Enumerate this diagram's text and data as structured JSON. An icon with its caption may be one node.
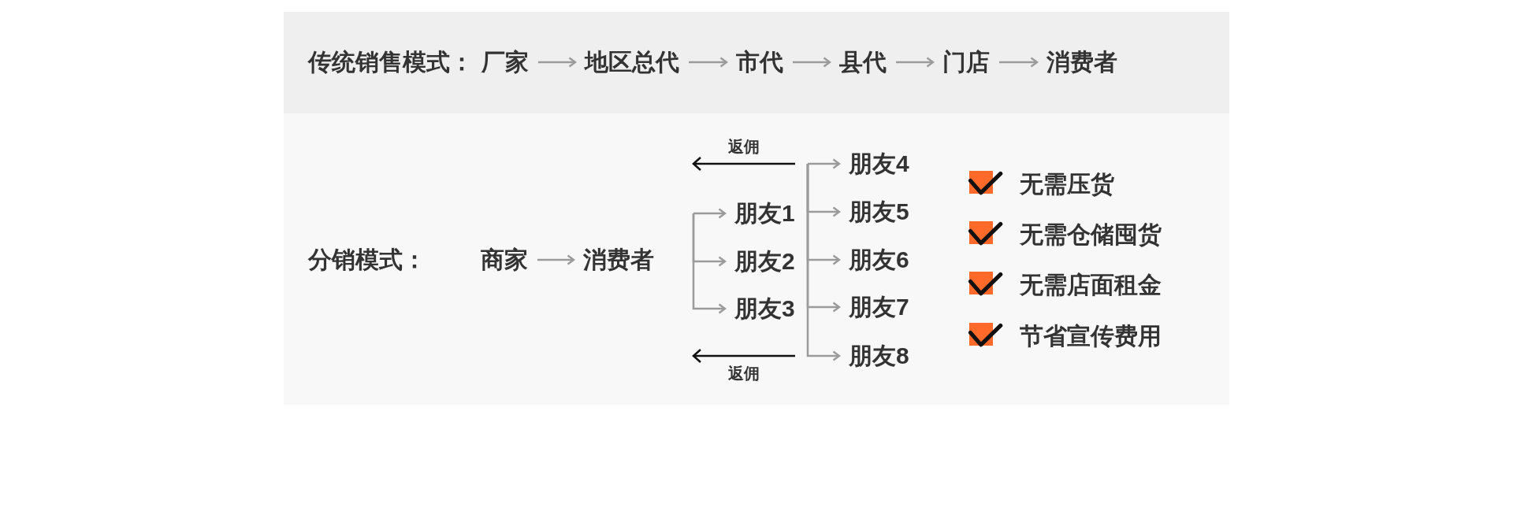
{
  "diagram": {
    "nodes": [
      {
        "text": [
          "传统销售模式："
        ]
      },
      {
        "text": [
          "厂家"
        ],
        "in": 0
      },
      {
        "text": [
          "地区总代"
        ],
        "in": 0
      },
      {
        "text": [
          "市代"
        ],
        "in": 0
      },
      {
        "text": [
          "县代"
        ],
        "in": 0
      },
      {
        "text": [
          "门店"
        ],
        "in": 0
      },
      {
        "text": [
          "消费者"
        ],
        "in": 0
      },
      {
        "text": [
          "分销模式："
        ]
      },
      {
        "text": [
          "商家"
        ],
        "in": 7
      },
      {
        "text": [
          "消费者"
        ],
        "in": 7
      },
      {
        "text": [
          "朋友1"
        ],
        "in": 7
      },
      {
        "text": [
          "朋友2"
        ],
        "in": 7
      },
      {
        "text": [
          "朋友3"
        ],
        "in": 7
      },
      {
        "text": [
          "朋友4"
        ],
        "in": 7
      },
      {
        "text": [
          "朋友5"
        ],
        "in": 7
      },
      {
        "text": [
          "朋友6"
        ],
        "in": 7
      },
      {
        "text": [
          "朋友7"
        ],
        "in": 7
      },
      {
        "text": [
          "朋友8"
        ],
        "in": 7
      }
    ],
    "edges": [
      {
        "from": 1,
        "to": 2,
        "arrow": "to"
      },
      {
        "from": 2,
        "to": 3,
        "arrow": "to"
      },
      {
        "from": 3,
        "to": 4,
        "arrow": "to"
      },
      {
        "from": 4,
        "to": 5,
        "arrow": "to"
      },
      {
        "from": 5,
        "to": 6,
        "arrow": "to"
      },
      {
        "from": 8,
        "to": 9,
        "arrow": "to"
      },
      {
        "from": null,
        "to": 10,
        "arrow": "to"
      },
      {
        "from": null,
        "to": 11,
        "arrow": "to"
      },
      {
        "from": null,
        "to": 12,
        "arrow": "to"
      },
      {
        "from": null,
        "to": 13,
        "arrow": "to"
      },
      {
        "from": null,
        "to": 14,
        "arrow": "to"
      },
      {
        "from": null,
        "to": 15,
        "arrow": "to"
      },
      {
        "from": null,
        "to": 16,
        "arrow": "to"
      },
      {
        "from": null,
        "to": 17,
        "arrow": "to"
      }
    ],
    "labels": [
      "返佣",
      "返佣",
      "无需压货",
      "无需仓储囤货",
      "无需店面租金",
      "节省宣传费用"
    ]
  }
}
